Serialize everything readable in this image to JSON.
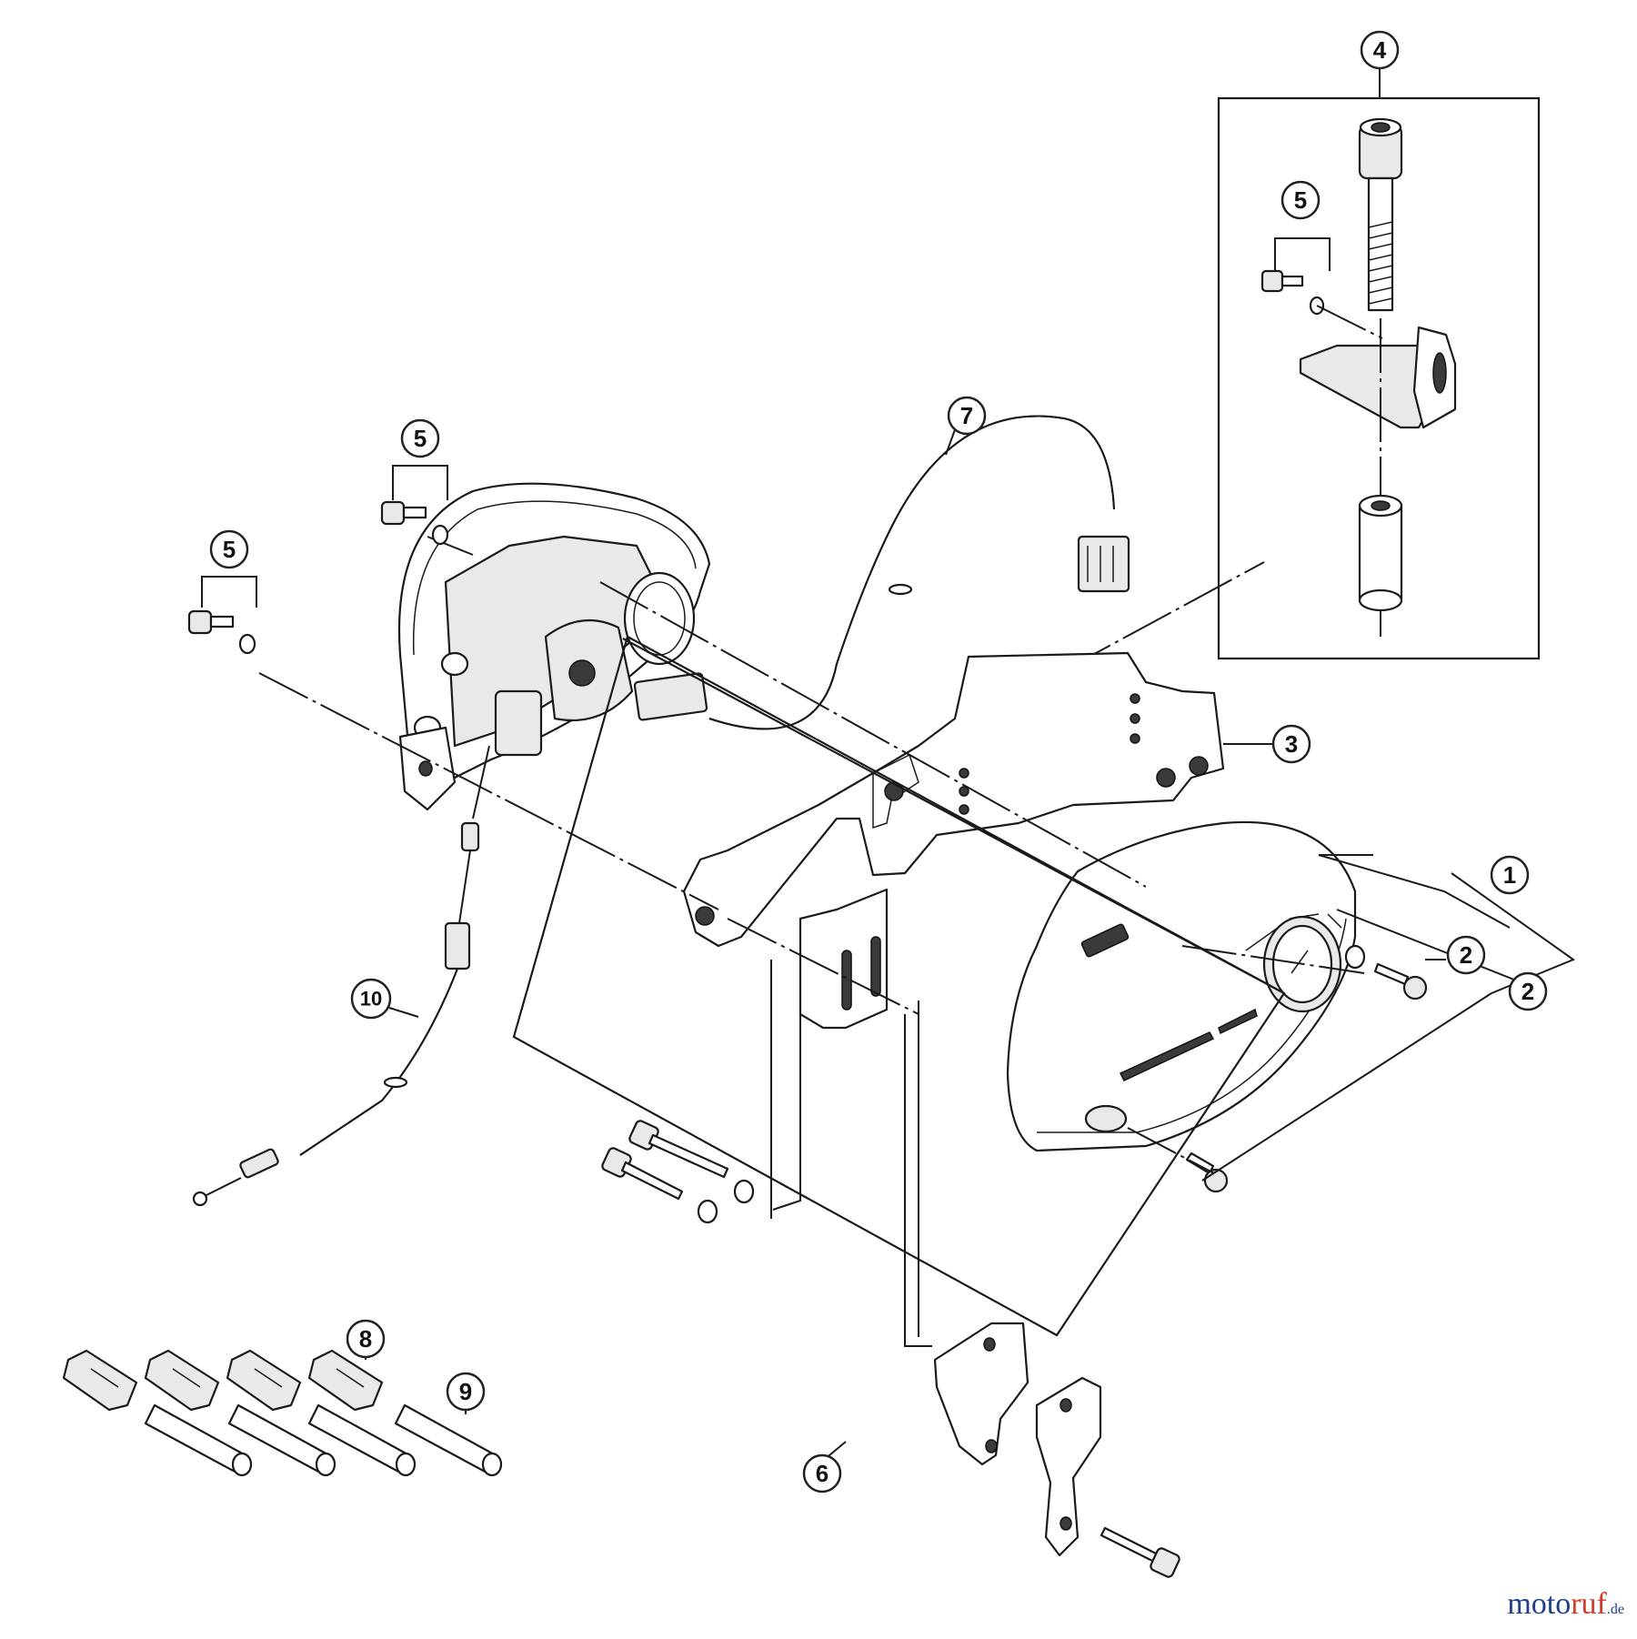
{
  "callouts": {
    "c1": "1",
    "c2a": "2",
    "c2b": "2",
    "c3": "3",
    "c4": "4",
    "c5_box4": "5",
    "c5_top": "5",
    "c5_left": "5",
    "c6": "6",
    "c7": "7",
    "c8": "8",
    "c9": "9",
    "c10": "10"
  },
  "watermark": {
    "part1": "moto",
    "part2": "ruf",
    "part3": ".de"
  }
}
